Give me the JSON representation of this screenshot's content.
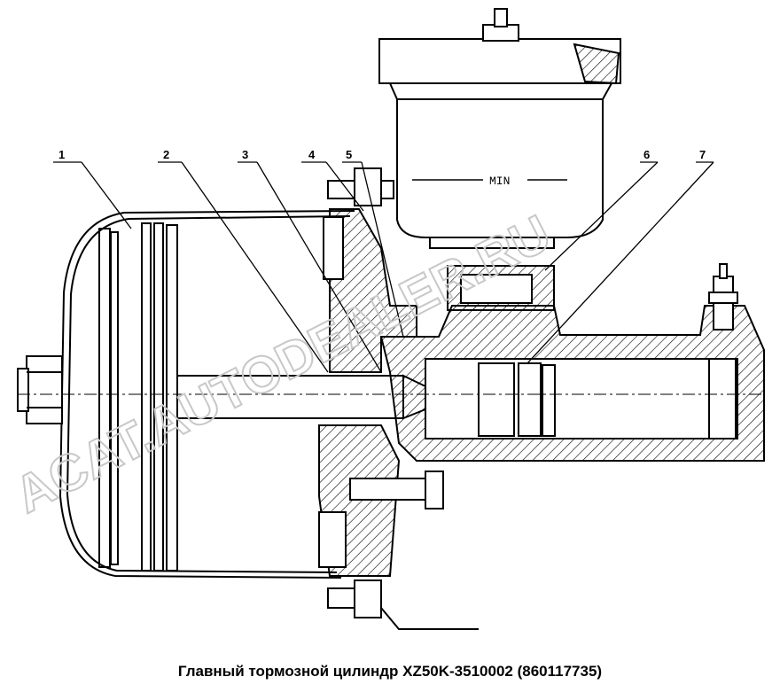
{
  "callouts": [
    "1",
    "2",
    "3",
    "4",
    "5",
    "6",
    "7"
  ],
  "reservoir_label": "MIN",
  "watermark": "ACAT.AUTODEALER.RU",
  "caption": "Главный тормозной цилиндр XZ50K-3510002 (860117735)"
}
